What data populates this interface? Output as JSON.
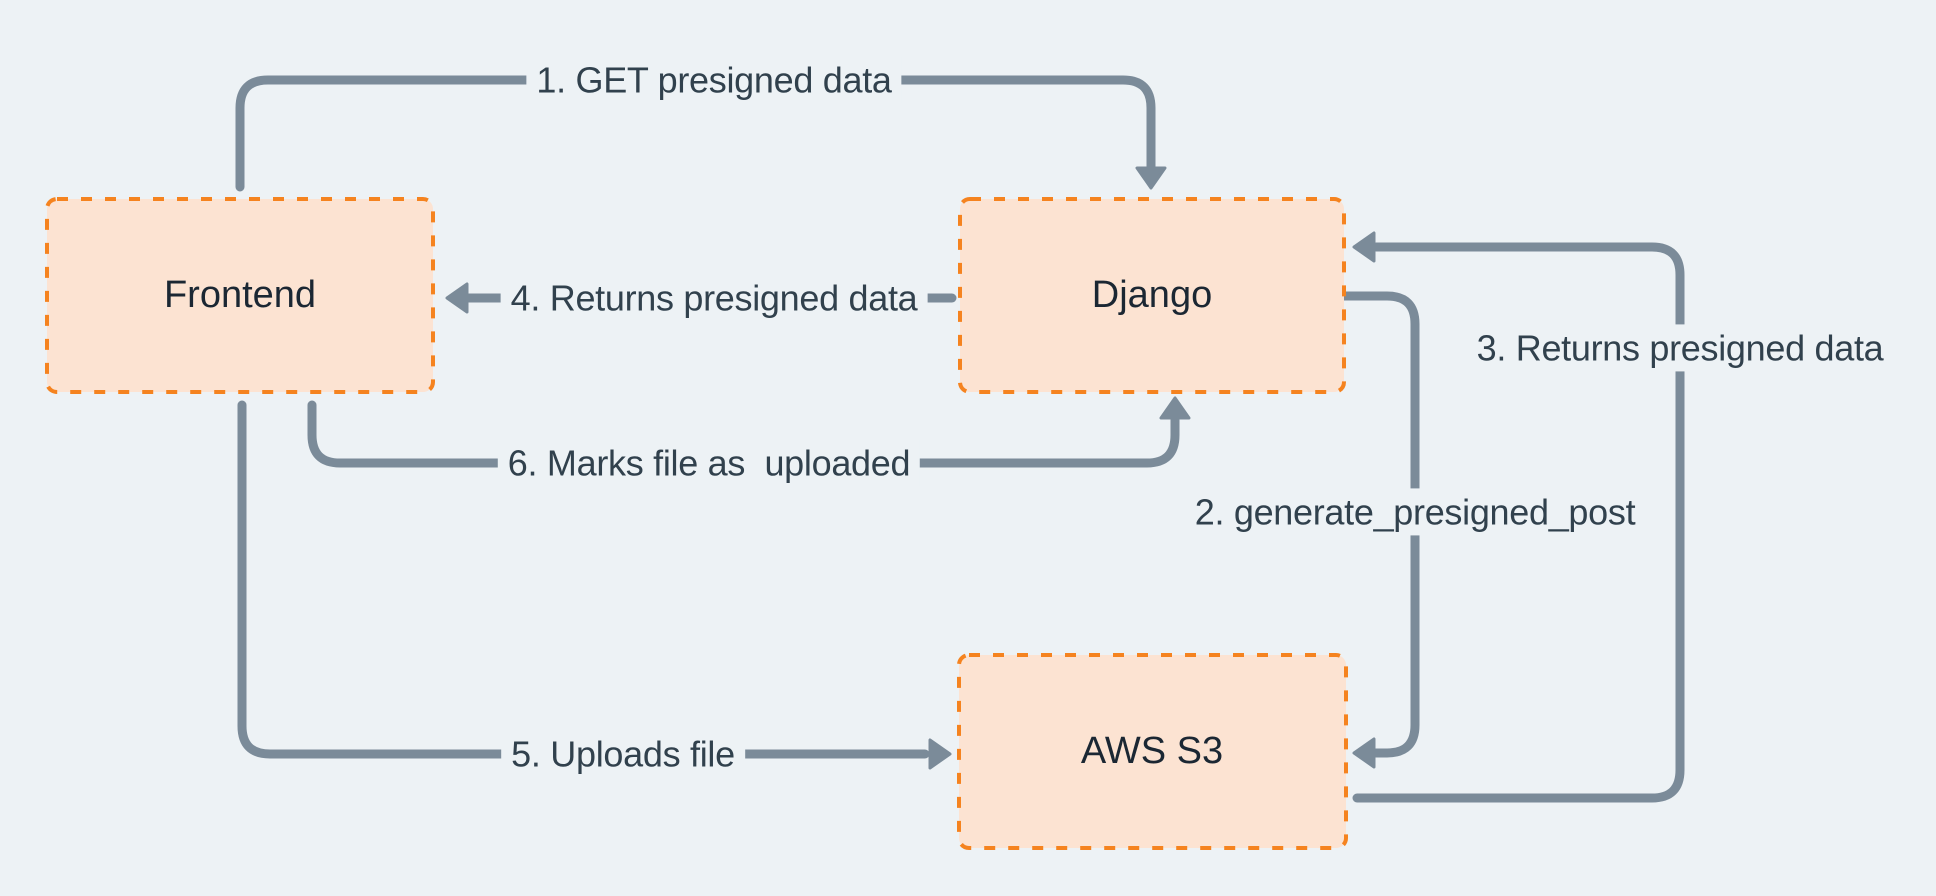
{
  "diagram": {
    "colors": {
      "bg": "#edf2f5",
      "node_fill": "#fce3d2",
      "node_border": "#f5831f",
      "connector": "#7b8b99",
      "label_text": "#31414d",
      "node_text": "#1b2733"
    },
    "nodes": [
      {
        "id": "frontend",
        "label": "Frontend"
      },
      {
        "id": "django",
        "label": "Django"
      },
      {
        "id": "aws-s3",
        "label": "AWS S3"
      }
    ],
    "edges": [
      {
        "id": "1",
        "label": "1. GET presigned data",
        "from": "Frontend",
        "to": "Django"
      },
      {
        "id": "2",
        "label": "2. generate_presigned_post",
        "from": "Django",
        "to": "AWS S3"
      },
      {
        "id": "3",
        "label": "3. Returns presigned data",
        "from": "AWS S3",
        "to": "Django"
      },
      {
        "id": "4",
        "label": "4. Returns presigned data",
        "from": "Django",
        "to": "Frontend"
      },
      {
        "id": "5",
        "label": "5. Uploads file",
        "from": "Frontend",
        "to": "AWS S3"
      },
      {
        "id": "6",
        "label": "6. Marks file as  uploaded",
        "from": "Frontend",
        "to": "Django"
      }
    ]
  }
}
